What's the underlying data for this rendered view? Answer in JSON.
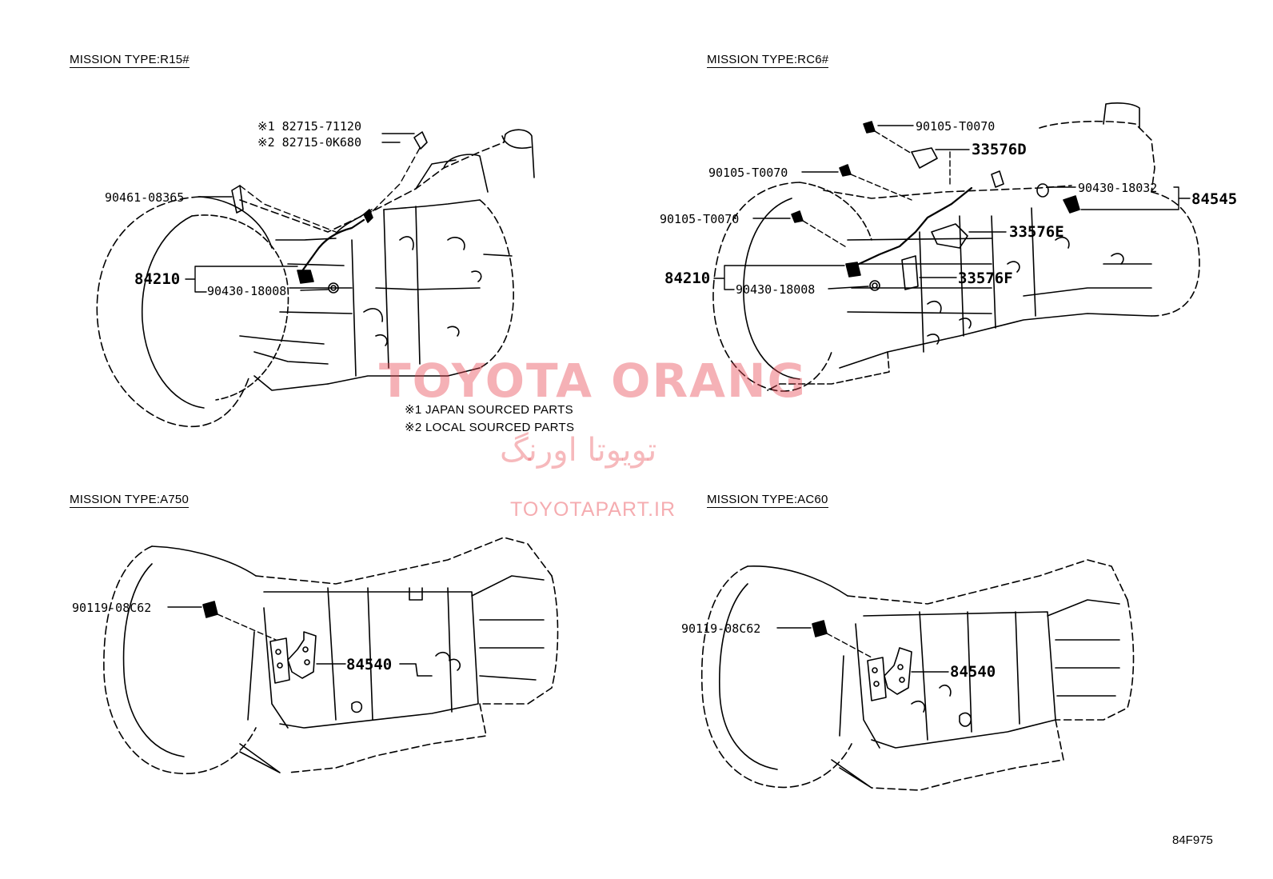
{
  "panels": {
    "r15": {
      "title": "MISSION TYPE:R15#",
      "part_82715_a": "※1 82715-71120",
      "part_82715_b": "※2 82715-0K680",
      "part_90461": "90461-08365",
      "part_84210": "84210",
      "part_90430": "90430-18008"
    },
    "rc6": {
      "title": "MISSION TYPE:RC6#",
      "part_90105_a": "90105-T0070",
      "part_90105_b": "90105-T0070",
      "part_90105_c": "90105-T0070",
      "part_33576d": "33576D",
      "part_33576e": "33576E",
      "part_33576f": "33576F",
      "part_90430_a": "90430-18032",
      "part_84545": "84545",
      "part_84210": "84210",
      "part_90430_b": "90430-18008"
    },
    "a750": {
      "title": "MISSION TYPE:A750",
      "part_90119": "90119-08C62",
      "part_84540": "84540"
    },
    "ac60": {
      "title": "MISSION TYPE:AC60",
      "part_90119": "90119-08C62",
      "part_84540": "84540"
    }
  },
  "notes": {
    "note1": "※1 JAPAN SOURCED PARTS",
    "note2": "※2 LOCAL SOURCED PARTS"
  },
  "watermark": {
    "brand": "TOYOTA ORANG",
    "persian": "تویوتا اورنگ",
    "site": "TOYOTAPART.IR",
    "color": "#e84650"
  },
  "figure_code": "84F975"
}
